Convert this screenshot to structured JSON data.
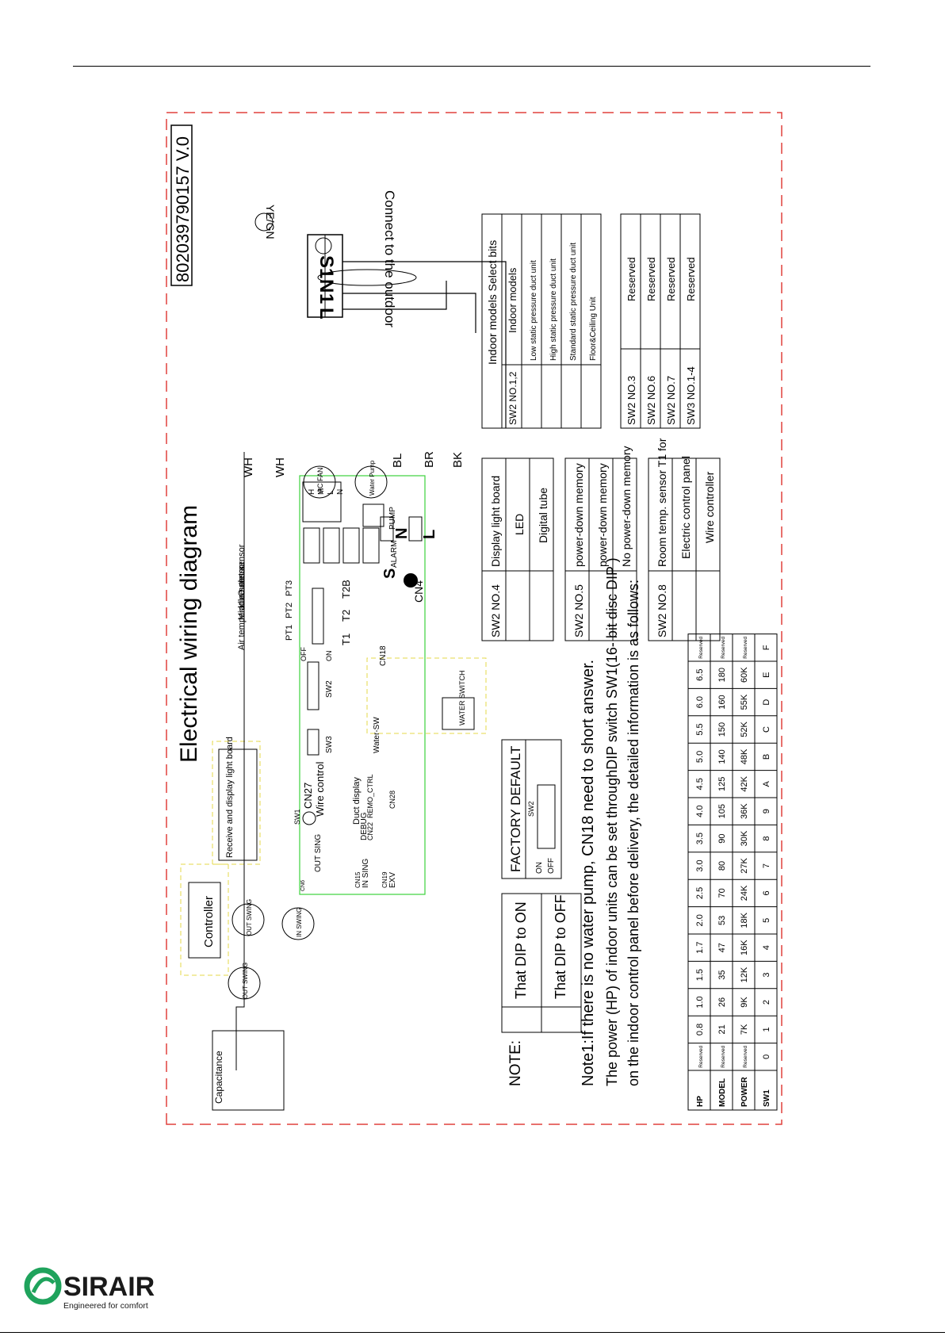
{
  "header": {
    "rule": true
  },
  "sheet": {
    "title": "Electrical wiring diagram",
    "code": "802039790157 V.0",
    "outdoor": {
      "label": "Connect to the outdoor",
      "terminals": [
        "L",
        "1",
        "N",
        "1",
        "S"
      ],
      "earth_wire": "YE/GN"
    },
    "wires": {
      "wh_left": "WH",
      "wh_right": "WH",
      "bl": "BL",
      "br": "BR",
      "bk": "BK"
    },
    "components": {
      "ac_fan": "AC FAN",
      "water_pump": "Water Pump",
      "capacitance": "Capacitance",
      "controller": "Controller",
      "receive_board": "Receive and display light board",
      "out_swing_1": "OUT SWING",
      "out_swing_2": "OUT SWING",
      "in_swing": "IN SWING",
      "water_switch": "WATER SWITCH",
      "water_sw": "Water-SW"
    },
    "pcb": {
      "fan_pins": [
        "H",
        "M",
        "L",
        "N"
      ],
      "s_label": "S",
      "alarm": "ALARM",
      "pump": "PUMP",
      "n_term": "N",
      "l_term": "L",
      "cn4": "CN4",
      "t2b": "T2B",
      "t2": "T2",
      "t1": "T1",
      "pt3": "PT3",
      "pt2": "PT2",
      "pt1": "PT1",
      "outlet_sensor": "Outlet sensor",
      "middle_sensor": "Middle sensor",
      "air_sensor": "Air temperature sensor",
      "sw2": "SW2",
      "sw3": "SW3",
      "sw1": "SW1",
      "on": "ON",
      "off": "OFF",
      "cn18": "CN18",
      "cn27": "CN27",
      "wire_control": "Wire control",
      "duct_display": "Duct display",
      "debug": "DEBUG",
      "cn22": "CN22",
      "remo_ctrl": "REMO_CTRL",
      "cn28": "CN28",
      "out_sing": "OUT SING",
      "cn15": "CN15",
      "in_sing": "IN SING",
      "cn19": "CN19",
      "exv": "EXV",
      "cn6": "CN6"
    },
    "note": {
      "label": "NOTE:",
      "dip_on": "That DIP to ON",
      "dip_off": "That DIP to OFF",
      "factory_default": "FACTORY DEFAULT",
      "factory_sw2": "SW2",
      "factory_on": "ON",
      "factory_off": "OFF",
      "note1": "Note1:If there is no water pump, CN18 need to short answer.",
      "power_line1": "The power (HP) of indoor units can be set throughDIP switch SW1(16- bit disc DIP )",
      "power_line2": "on the indoor control panel before delivery, the detailed information is as follows:"
    },
    "power_table": {
      "rows": [
        {
          "head": "HP",
          "cells": [
            "Reserved",
            "0.8",
            "1.0",
            "1.5",
            "1.7",
            "2.0",
            "2.5",
            "3.0",
            "3.5",
            "4.0",
            "4.5",
            "5.0",
            "5.5",
            "6.0",
            "6.5",
            "Reserved"
          ]
        },
        {
          "head": "MODEL",
          "cells": [
            "Reserved",
            "21",
            "26",
            "35",
            "47",
            "53",
            "70",
            "80",
            "90",
            "105",
            "125",
            "140",
            "150",
            "160",
            "180",
            "Reserved"
          ]
        },
        {
          "head": "POWER",
          "cells": [
            "Reserved",
            "7K",
            "9K",
            "12K",
            "16K",
            "18K",
            "24K",
            "27K",
            "30K",
            "36K",
            "42K",
            "48K",
            "52K",
            "55K",
            "60K",
            "Reserved"
          ]
        },
        {
          "head": "SW1",
          "cells": [
            "0",
            "1",
            "2",
            "3",
            "4",
            "5",
            "6",
            "7",
            "8",
            "9",
            "A",
            "B",
            "C",
            "D",
            "E",
            "F"
          ]
        }
      ]
    },
    "sw24_table": {
      "head": "SW2 NO.4",
      "title": "Display light board",
      "rows": [
        "LED",
        "Digital tube"
      ]
    },
    "sw25_table": {
      "head": "SW2 NO.5",
      "title": "power-down memory",
      "rows": [
        "power-down memory",
        "No power-down memory"
      ]
    },
    "sw28_table": {
      "head": "SW2 NO.8",
      "title": "Room temp. sensor T1 for",
      "rows": [
        "Electric control panel",
        "Wire controller"
      ]
    },
    "models_table": {
      "title": "Indoor models  Select bits",
      "head": "SW2 NO.1,2",
      "col2": "Indoor  models",
      "rows": [
        "Low static pressure duct unit",
        "High static pressure duct unit",
        "Standard static pressure duct unit",
        "Floor&Ceiling Unit"
      ]
    },
    "reserved_table": {
      "rows": [
        {
          "sw": "SW2 NO.3",
          "value": "Reserved"
        },
        {
          "sw": "SW2 NO.6",
          "value": "Reserved"
        },
        {
          "sw": "SW2 NO.7",
          "value": "Reserved"
        },
        {
          "sw": "SW3 NO.1-4",
          "value": "Reserved"
        }
      ]
    }
  },
  "logo": {
    "brand": "SIRAIR",
    "tagline": "Engineered for comfort"
  },
  "colors": {
    "border_dash": "#e0413d",
    "pcb_outline": "#3cd23c",
    "yellow_dash": "#e6d84a",
    "logo_green": "#1fa35c"
  }
}
